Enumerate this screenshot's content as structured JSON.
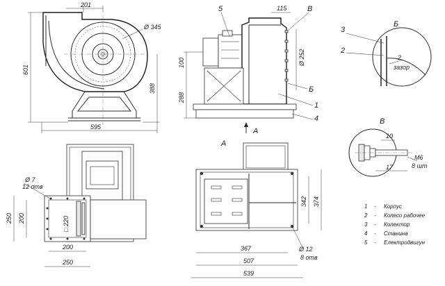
{
  "front_view": {
    "dim_width": "201",
    "dim_diameter": "Ø 345",
    "dim_height_total": "601",
    "dim_height_axis": "388",
    "dim_base_width": "595"
  },
  "side_view": {
    "dim_top": "115",
    "dim_outlet_diameter": "Ø 252",
    "dim_100": "100",
    "dim_288": "288",
    "callout_5": "5",
    "callout_v": "В",
    "callout_b": "Б",
    "callout_1": "1",
    "callout_4": "4",
    "view_arrow": "A"
  },
  "detail_b": {
    "title": "Б",
    "callout_3": "3",
    "callout_2": "2",
    "gap_value": "2",
    "gap_label": "зазор"
  },
  "detail_v": {
    "title": "В",
    "dim_10": "10",
    "bolt": "M6",
    "bolt_count": "8 шт",
    "dim_17": "17"
  },
  "plan_view": {
    "hole_diameter": "Ø 7",
    "hole_count": "12 отв",
    "dim_250_vertical": "250",
    "dim_200_vertical": "200",
    "dim_220_square": "□ 220",
    "dim_200_horizontal": "200",
    "dim_250_horizontal": "250"
  },
  "view_a": {
    "title": "A",
    "dim_342": "342",
    "dim_374": "374",
    "dim_367": "367",
    "dim_507": "507",
    "dim_539": "539",
    "hole_diameter": "Ø 12",
    "hole_count": "8 отв"
  },
  "legend": {
    "items": [
      {
        "num": "1",
        "dash": "-",
        "label": "Корпус"
      },
      {
        "num": "2",
        "dash": "-",
        "label": "Колесо рабочее"
      },
      {
        "num": "3",
        "dash": "-",
        "label": "Колектор"
      },
      {
        "num": "4",
        "dash": "-",
        "label": "Станина"
      },
      {
        "num": "5",
        "dash": "-",
        "label": "Електродвигун"
      }
    ]
  }
}
